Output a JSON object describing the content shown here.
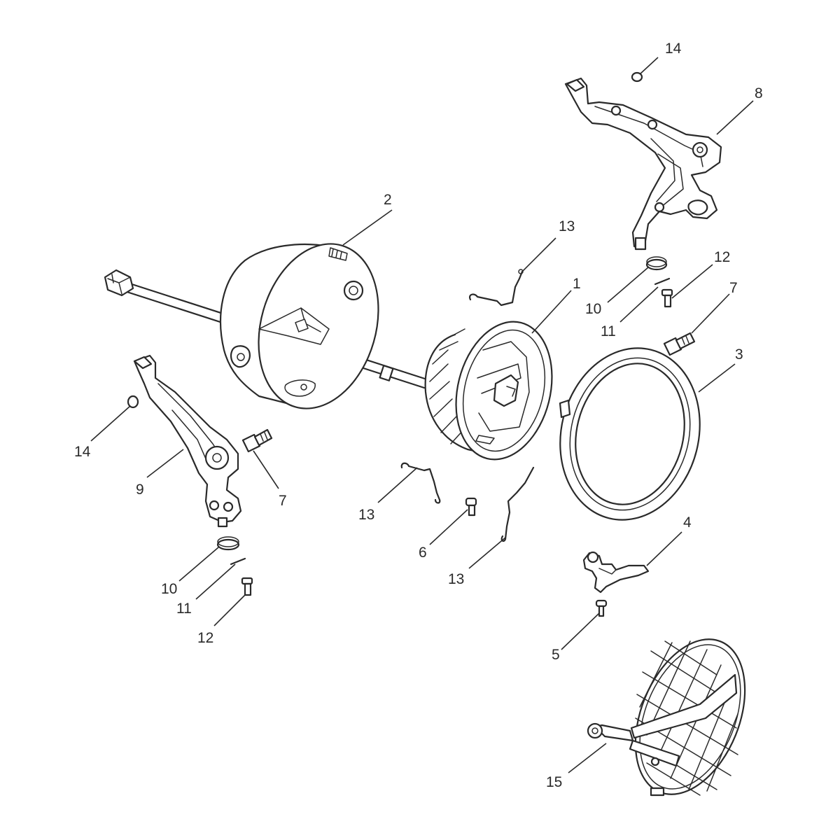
{
  "callouts": [
    {
      "id": "c1",
      "label": "1"
    },
    {
      "id": "c2",
      "label": "2"
    },
    {
      "id": "c3",
      "label": "3"
    },
    {
      "id": "c4",
      "label": "4"
    },
    {
      "id": "c5",
      "label": "5"
    },
    {
      "id": "c6",
      "label": "6"
    },
    {
      "id": "c7a",
      "label": "7"
    },
    {
      "id": "c7b",
      "label": "7"
    },
    {
      "id": "c8",
      "label": "8"
    },
    {
      "id": "c9",
      "label": "9"
    },
    {
      "id": "c10a",
      "label": "10"
    },
    {
      "id": "c10b",
      "label": "10"
    },
    {
      "id": "c11a",
      "label": "11"
    },
    {
      "id": "c11b",
      "label": "11"
    },
    {
      "id": "c12a",
      "label": "12"
    },
    {
      "id": "c12b",
      "label": "12"
    },
    {
      "id": "c13a",
      "label": "13"
    },
    {
      "id": "c13b",
      "label": "13"
    },
    {
      "id": "c13c",
      "label": "13"
    },
    {
      "id": "c14a",
      "label": "14"
    },
    {
      "id": "c14b",
      "label": "14"
    },
    {
      "id": "c15",
      "label": "15"
    }
  ]
}
